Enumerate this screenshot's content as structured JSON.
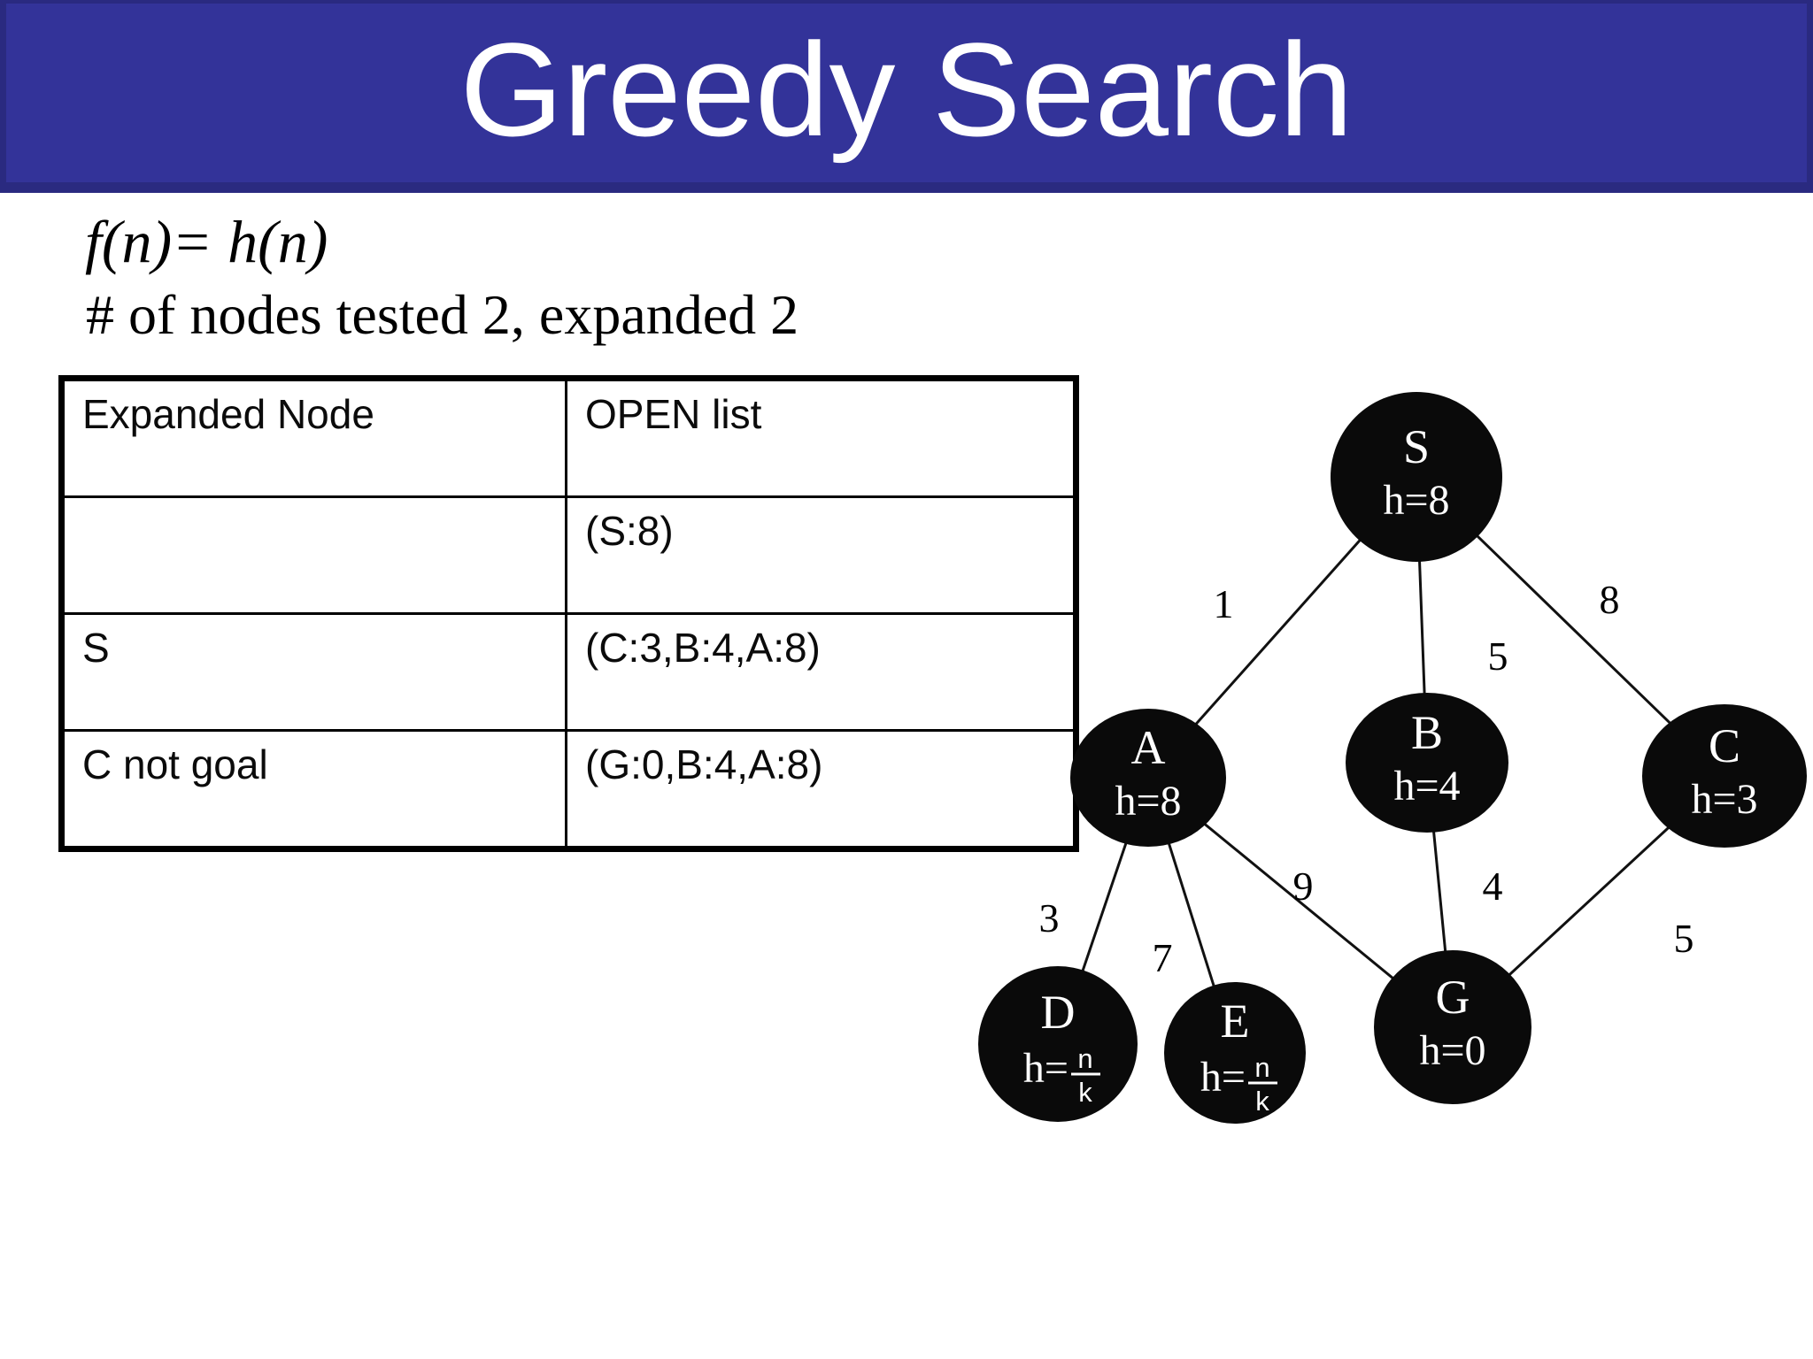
{
  "slide": {
    "title": "Greedy Search",
    "formula": "f(n)= h(n)",
    "stats": "# of nodes tested 2, expanded 2"
  },
  "table": {
    "headers": [
      "Expanded Node",
      "OPEN list"
    ],
    "rows": [
      [
        "",
        "(S:8)"
      ],
      [
        "S",
        "(C:3,B:4,A:8)"
      ],
      [
        "C not goal",
        "(G:0,B:4,A:8)"
      ]
    ]
  },
  "graph": {
    "nodes": [
      {
        "id": "S",
        "label": "S",
        "h": "h=8"
      },
      {
        "id": "A",
        "label": "A",
        "h": "h=8"
      },
      {
        "id": "B",
        "label": "B",
        "h": "h=4"
      },
      {
        "id": "C",
        "label": "C",
        "h": "h=3"
      },
      {
        "id": "D",
        "label": "D",
        "h_prefix": "h=",
        "h_num": "n",
        "h_den": "k"
      },
      {
        "id": "E",
        "label": "E",
        "h_prefix": "h=",
        "h_num": "n",
        "h_den": "k"
      },
      {
        "id": "G",
        "label": "G",
        "h": "h=0"
      }
    ],
    "edges": [
      {
        "from": "S",
        "to": "A",
        "weight": "1"
      },
      {
        "from": "S",
        "to": "B",
        "weight": "5"
      },
      {
        "from": "S",
        "to": "C",
        "weight": "8"
      },
      {
        "from": "A",
        "to": "D",
        "weight": "3"
      },
      {
        "from": "A",
        "to": "E",
        "weight": "7"
      },
      {
        "from": "A",
        "to": "G",
        "weight": "9"
      },
      {
        "from": "B",
        "to": "G",
        "weight": "4"
      },
      {
        "from": "C",
        "to": "G",
        "weight": "5"
      }
    ]
  },
  "colors": {
    "banner_bg": "#333399",
    "banner_border": "#2A2A80",
    "title_text": "#FFFFFF",
    "slide_bg": "#FFFFFF",
    "node_fill": "#0A0A0A",
    "node_text": "#FFFFFF",
    "line_color": "#111111",
    "body_text": "#000000"
  }
}
